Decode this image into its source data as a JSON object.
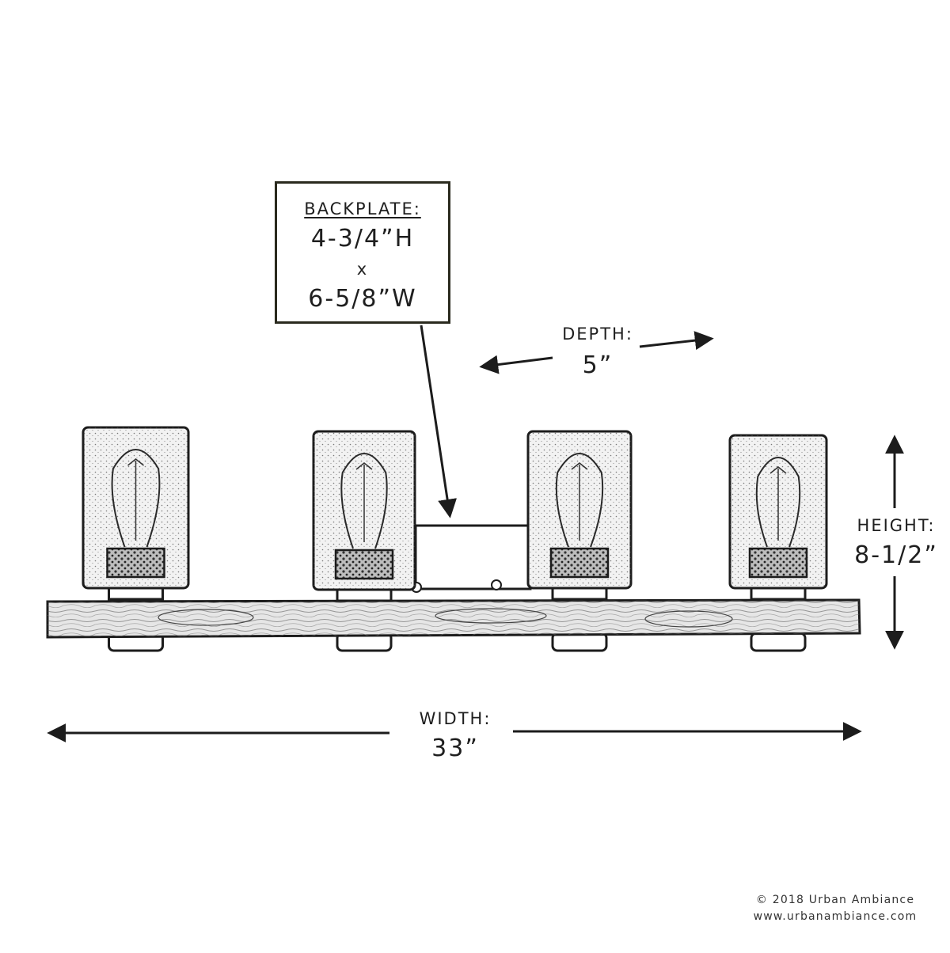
{
  "backplate": {
    "heading": "BACKPLATE:",
    "height": "4-3/4”H",
    "times": "x",
    "width": "6-5/8”W"
  },
  "depth": {
    "label": "DEPTH:",
    "value": "5”"
  },
  "height": {
    "label": "HEIGHT:",
    "value": "8-1/2”"
  },
  "width": {
    "label": "WIDTH:",
    "value": "33”"
  },
  "credits": {
    "copyright": "© 2018 Urban Ambiance",
    "website": "www.urbanambiance.com"
  },
  "fixture": {
    "lamp_count": 4,
    "icon": "vanity-light-fixture-icon"
  },
  "colors": {
    "ink": "#1c1c1c",
    "wood_fill": "#e6e6e6",
    "glass_fill": "#f2f2f2"
  }
}
